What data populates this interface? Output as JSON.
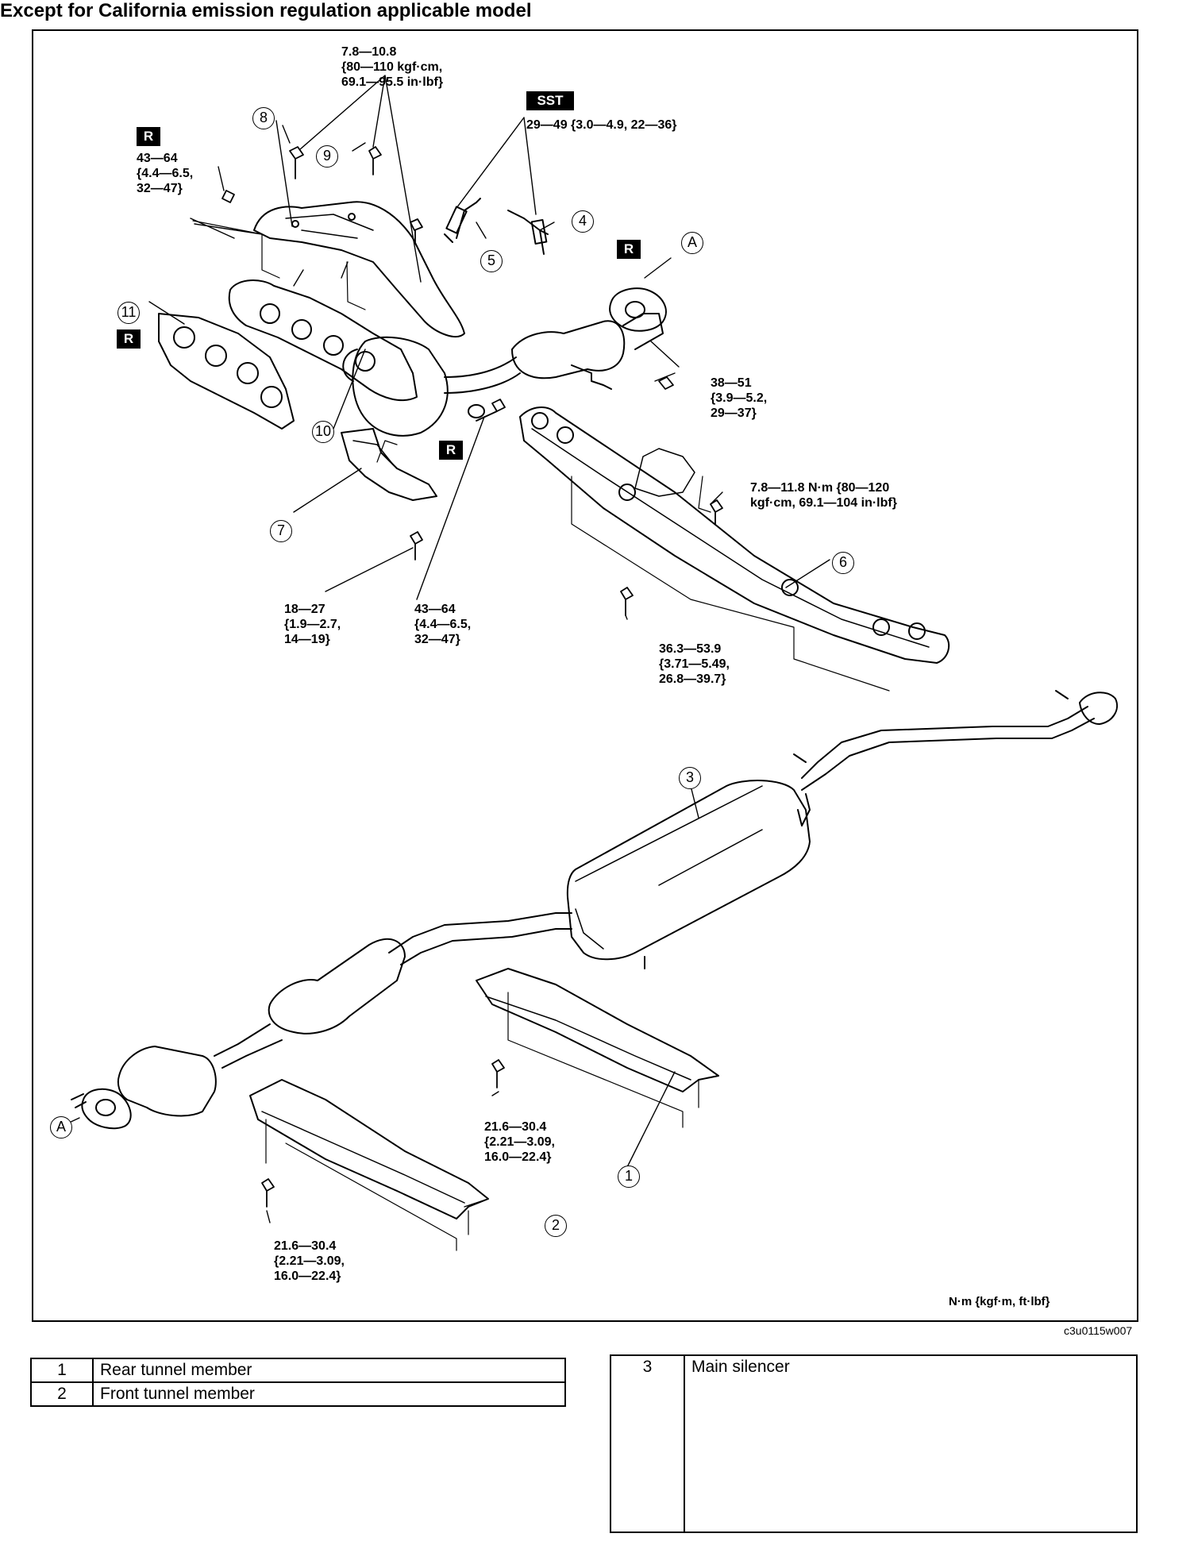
{
  "title": "Except for California emission regulation applicable model",
  "units_note": "N·m {kgf·m, ft·lbf}",
  "figure_code": "c3u0115w007",
  "badges": {
    "r": "R",
    "sst": "SST"
  },
  "torques": {
    "heat_insulator_bolts": [
      "7.8—10.8",
      "{80—110 kgf·cm,",
      "69.1—95.5 in·lbf}"
    ],
    "sensor_sst": [
      "29—49 {3.0—4.9, 22—36}"
    ],
    "manifold_nut": [
      "43—64",
      "{4.4—6.5,",
      "32—47}"
    ],
    "flange_nut": [
      "38—51",
      "{3.9—5.2,",
      "29—37}"
    ],
    "crossmember_bracket": [
      "7.8—11.8 N·m {80—120",
      "kgf·cm, 69.1—104 in·lbf}"
    ],
    "insulator_lower_bolt": [
      "18—27",
      "{1.9—2.7,",
      "14—19}"
    ],
    "lower_nut": [
      "43—64",
      "{4.4—6.5,",
      "32—47}"
    ],
    "crossmember_bolt": [
      "36.3—53.9",
      "{3.71—5.49,",
      "26.8—39.7}"
    ],
    "rear_tunnel_bolt": [
      "21.6—30.4",
      "{2.21—3.09,",
      "16.0—22.4}"
    ],
    "front_tunnel_bolt": [
      "21.6—30.4",
      "{2.21—3.09,",
      "16.0—22.4}"
    ]
  },
  "callouts": {
    "c1": "1",
    "c2": "2",
    "c3": "3",
    "c4": "4",
    "c5": "5",
    "c6": "6",
    "c7": "7",
    "c8": "8",
    "c9": "9",
    "c10": "10",
    "c11": "11",
    "a_top": "A",
    "a_bottom": "A"
  },
  "legend_left": [
    {
      "num": "1",
      "name": "Rear tunnel member"
    },
    {
      "num": "2",
      "name": "Front tunnel member"
    }
  ],
  "legend_right": [
    {
      "num": "3",
      "name": "Main silencer"
    }
  ]
}
